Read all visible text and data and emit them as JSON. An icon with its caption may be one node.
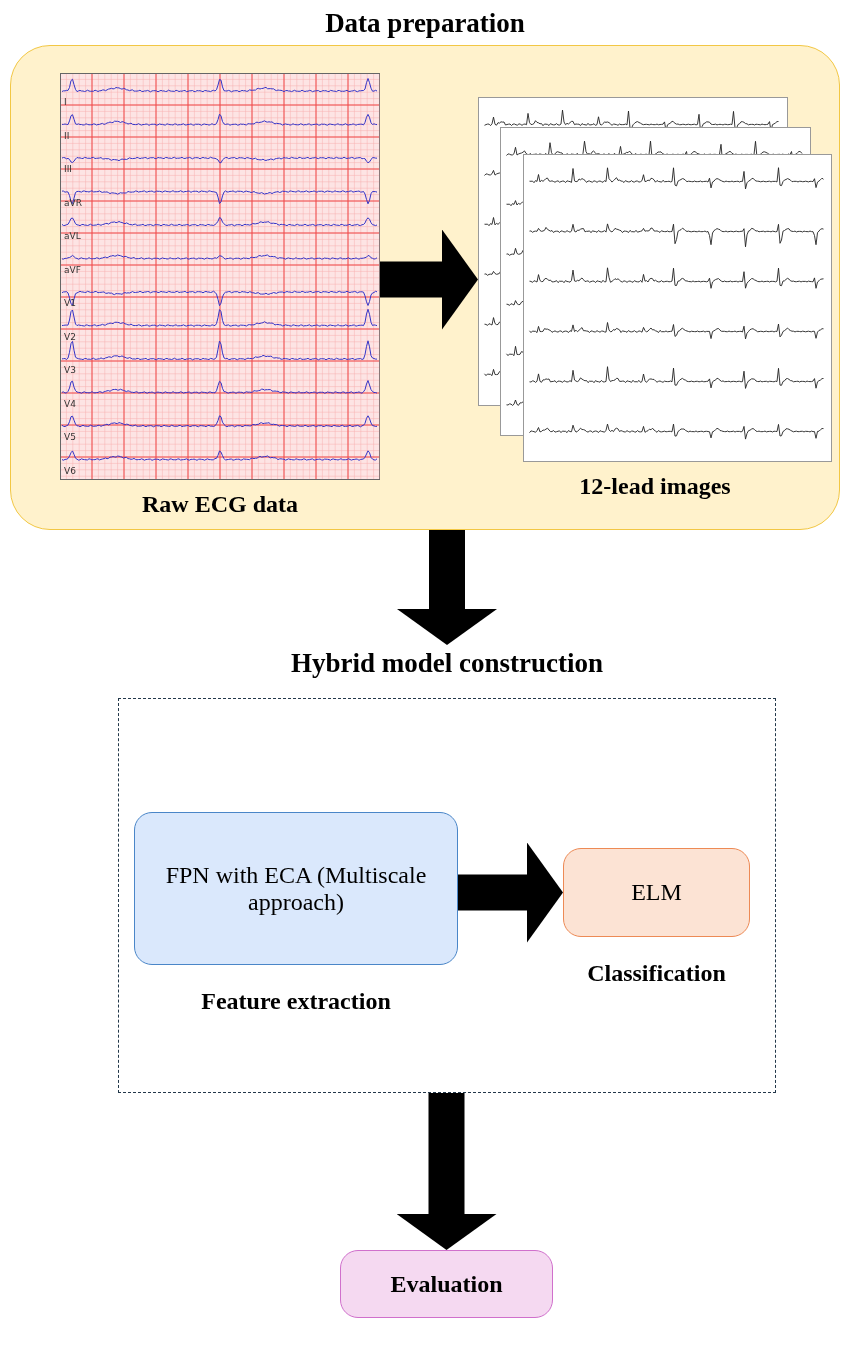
{
  "diagram": {
    "nodes": [
      {
        "text": [
          "Data preparation"
        ]
      },
      {
        "text": [],
        "shape": "picture",
        "in": 0,
        "beside": [
          "Raw ECG data"
        ]
      },
      {
        "text": [],
        "shape": "picture",
        "in": 0,
        "beside": [
          "12-lead images"
        ]
      },
      {
        "text": [
          "Hybrid model construction"
        ]
      },
      {
        "text": [
          "FPN with ECA (Multiscale approach)"
        ],
        "in": 3,
        "beside": [
          "Feature extraction"
        ]
      },
      {
        "text": [
          "ELM"
        ],
        "in": 3,
        "beside": [
          "Classification"
        ]
      },
      {
        "text": [
          "Evaluation"
        ]
      }
    ],
    "edges": [
      {
        "from": 1,
        "to": 2,
        "arrow": "to"
      },
      {
        "from": 0,
        "to": 3,
        "arrow": "to"
      },
      {
        "from": 4,
        "to": 5,
        "arrow": "to"
      },
      {
        "from": 3,
        "to": 6,
        "arrow": "to"
      }
    ],
    "labels": [
      "I",
      "II",
      "III",
      "aVR",
      "aVL",
      "aVF",
      "V1",
      "V2",
      "V3",
      "V4",
      "V5",
      "V6"
    ]
  }
}
